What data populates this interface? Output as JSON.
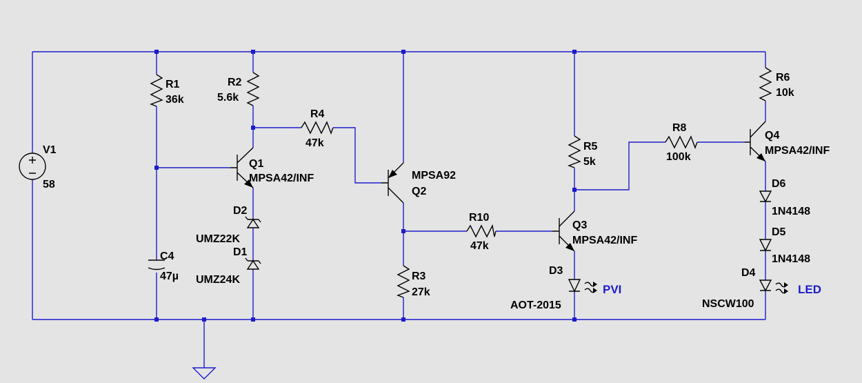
{
  "components": {
    "V1": {
      "name": "V1",
      "value": "58"
    },
    "R1": {
      "name": "R1",
      "value": "36k"
    },
    "R2": {
      "name": "R2",
      "value": "5.6k"
    },
    "R3": {
      "name": "R3",
      "value": "27k"
    },
    "R4": {
      "name": "R4",
      "value": "47k"
    },
    "R5": {
      "name": "R5",
      "value": "5k"
    },
    "R6": {
      "name": "R6",
      "value": "10k"
    },
    "R8": {
      "name": "R8",
      "value": "100k"
    },
    "R10": {
      "name": "R10",
      "value": "47k"
    },
    "C4": {
      "name": "C4",
      "value": "47µ"
    },
    "Q1": {
      "name": "Q1",
      "value": "MPSA42/INF"
    },
    "Q2": {
      "name": "Q2",
      "value": "MPSA92"
    },
    "Q3": {
      "name": "Q3",
      "value": "MPSA42/INF"
    },
    "Q4": {
      "name": "Q4",
      "value": "MPSA42/INF"
    },
    "D1": {
      "name": "D1",
      "value": "UMZ24K"
    },
    "D2": {
      "name": "D2",
      "value": "UMZ22K"
    },
    "D3": {
      "name": "D3",
      "value": "AOT-2015"
    },
    "D4": {
      "name": "D4",
      "value": "NSCW100"
    },
    "D5": {
      "name": "D5",
      "value": "1N4148"
    },
    "D6": {
      "name": "D6",
      "value": "1N4148"
    }
  },
  "nets": {
    "pvi": "PVI",
    "led": "LED"
  },
  "colors": {
    "wire": "#1c1ccc",
    "component": "#000000",
    "background": "#e4e4e4"
  }
}
